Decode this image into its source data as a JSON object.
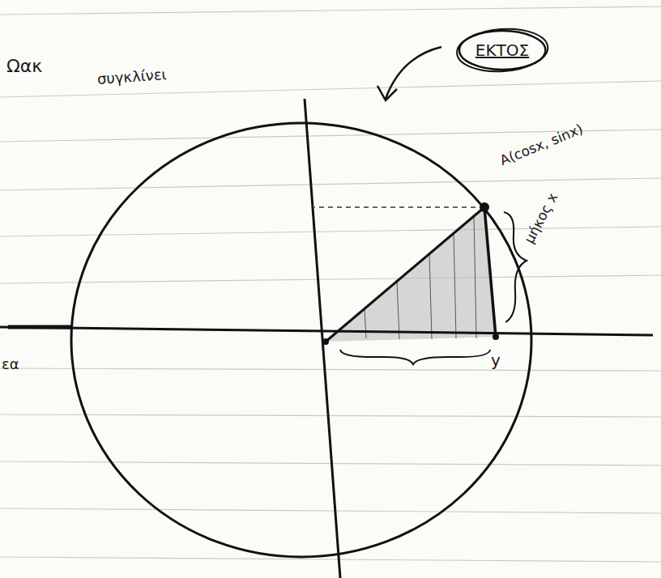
{
  "diagram": {
    "nodes": [
      {
        "text": [
          "ΕΚΤΟΣ"
        ]
      }
    ],
    "labels": [
      "Ωακ",
      "συγκλίνει",
      "A(cosx, sinx)",
      "μήκος x",
      "y",
      "εα"
    ]
  }
}
